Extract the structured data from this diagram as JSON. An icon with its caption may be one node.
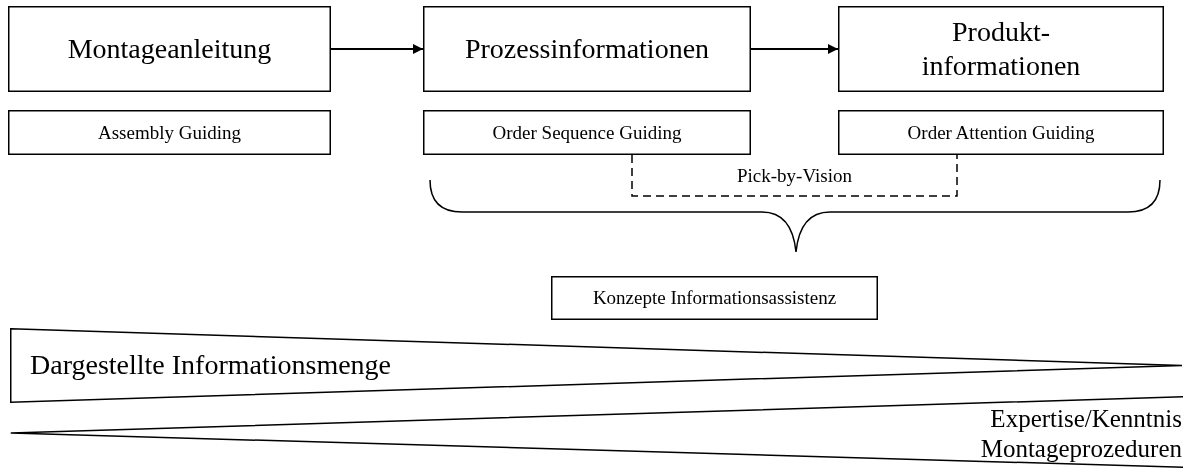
{
  "diagram": {
    "nodes": [
      {
        "text": [
          "Montageanleitung"
        ]
      },
      {
        "text": [
          "Prozessinformationen"
        ]
      },
      {
        "text": [
          "Produkt- informationen"
        ]
      },
      {
        "text": [
          "Assembly Guiding"
        ]
      },
      {
        "text": [
          "Order Sequence Guiding"
        ]
      },
      {
        "text": [
          "Order Attention Guiding"
        ]
      },
      {
        "text": [
          "Pick-by-Vision"
        ]
      },
      {
        "text": [
          "Konzepte Informationsassistenz"
        ]
      },
      {
        "text": [
          "Dargestellte Informationsmenge"
        ]
      },
      {
        "text": [
          "Expertise/Kenntnis Montageprozeduren"
        ]
      }
    ],
    "edges": [
      {
        "from": 0,
        "to": 1,
        "arrow": "to"
      },
      {
        "from": 1,
        "to": 2,
        "arrow": "to"
      }
    ]
  }
}
